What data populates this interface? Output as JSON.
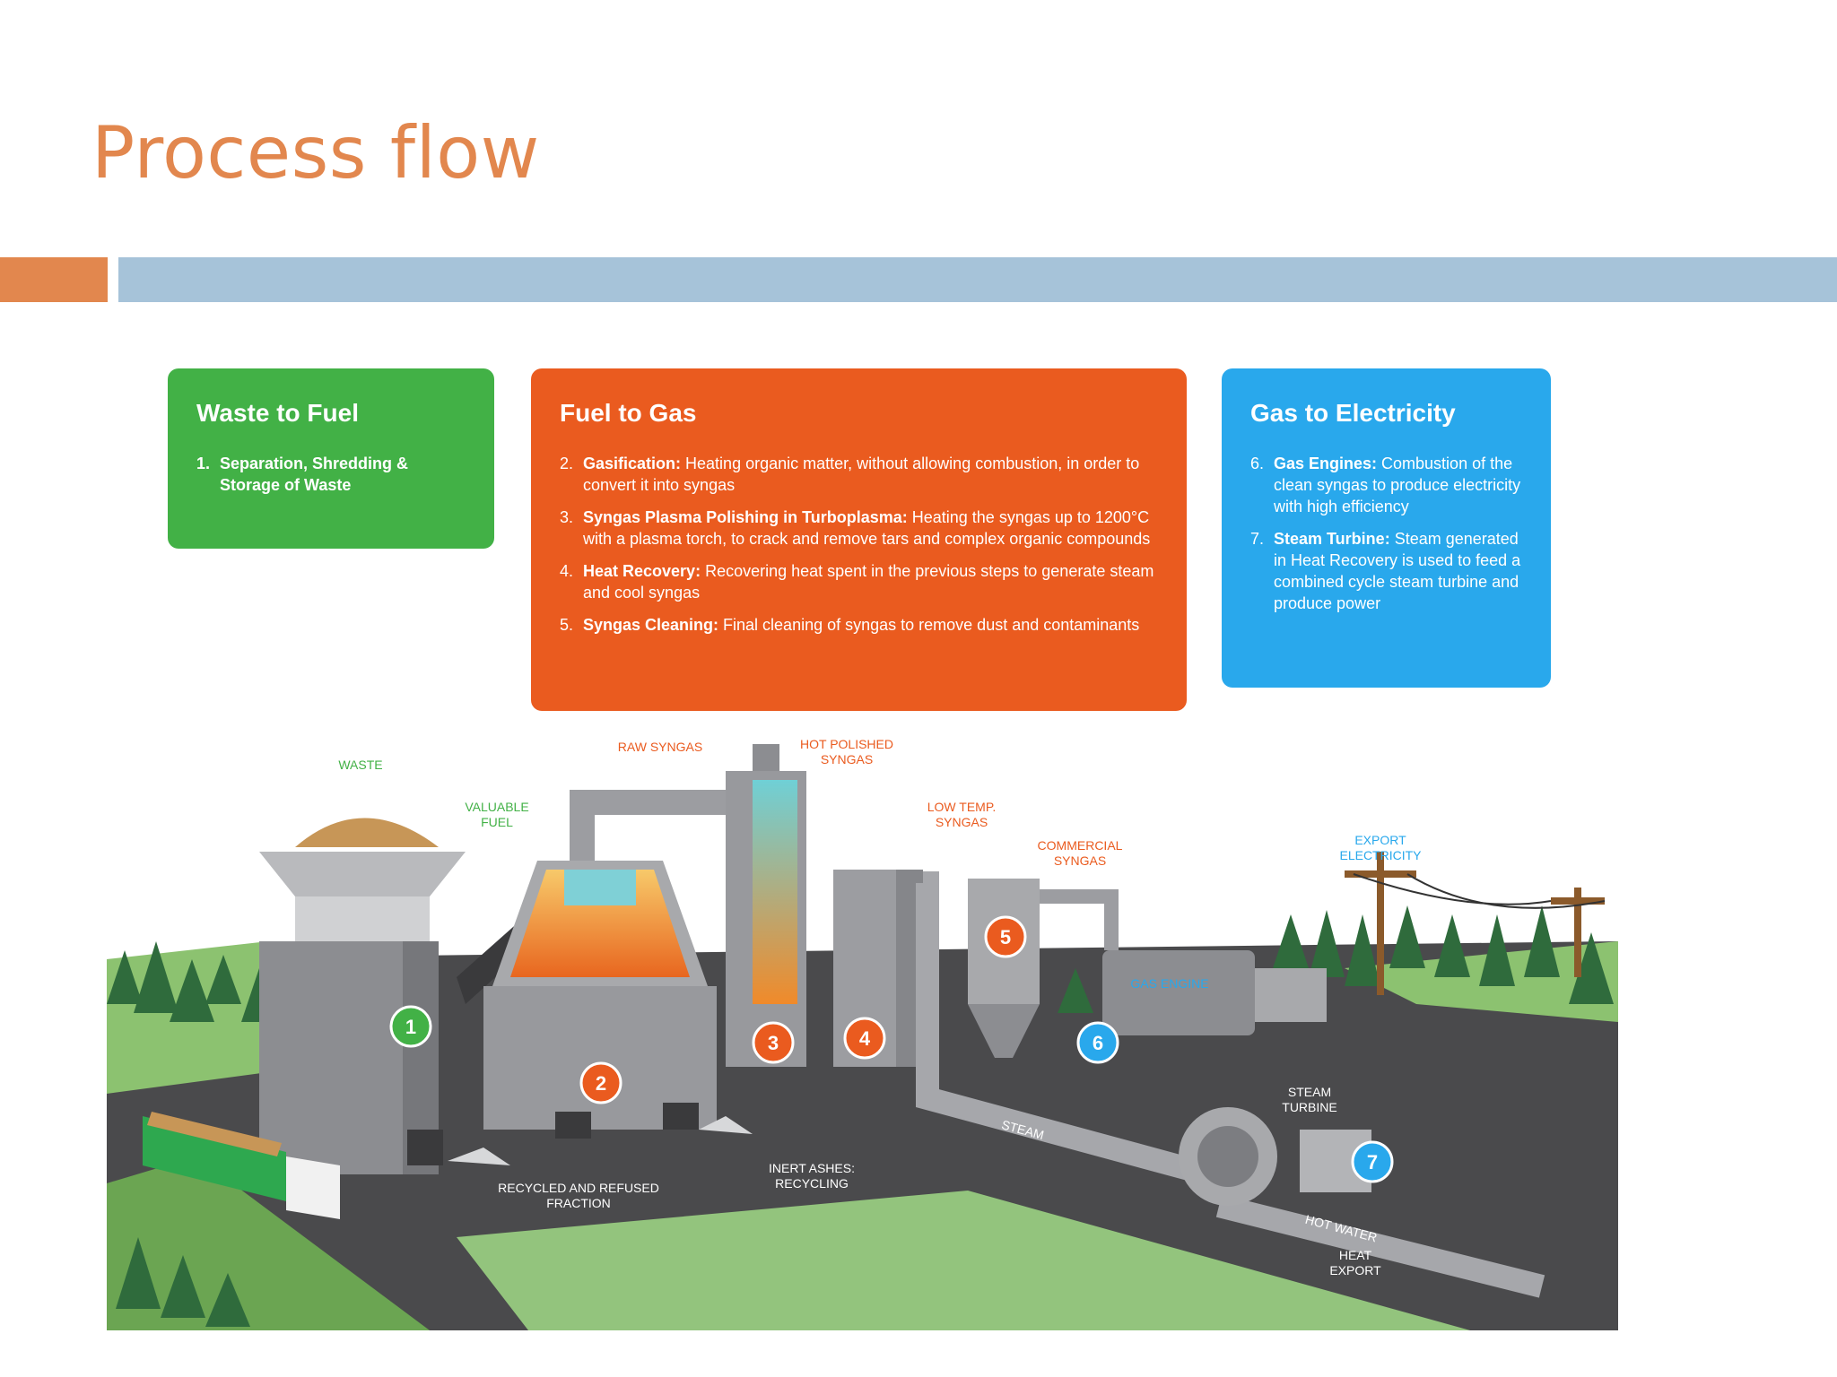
{
  "title": "Process flow",
  "colors": {
    "title": "#e2874e",
    "accent_orange": "#e2874e",
    "accent_blue": "#a6c3d9",
    "green": "#42b146",
    "orange": "#ea5b1f",
    "blue": "#29a8ec"
  },
  "panels": {
    "waste": {
      "title": "Waste to Fuel",
      "items": [
        {
          "num": "1.",
          "text": "Separation, Shredding & Storage of Waste"
        }
      ]
    },
    "fuel": {
      "title": "Fuel to Gas",
      "items": [
        {
          "num": "2.",
          "bold": "Gasification:",
          "text": " Heating organic matter, without allowing combustion, in order to convert it into syngas"
        },
        {
          "num": "3.",
          "bold": "Syngas Plasma Polishing in Turboplasma:",
          "text": " Heating the syngas up to 1200°C with a plasma torch, to crack and remove tars and complex organic compounds"
        },
        {
          "num": "4.",
          "bold": "Heat Recovery:",
          "text": " Recovering heat spent in the previous steps to generate steam and cool syngas"
        },
        {
          "num": "5.",
          "bold": "Syngas Cleaning:",
          "text": " Final cleaning of syngas to remove dust and contaminants"
        }
      ]
    },
    "gas": {
      "title": "Gas to Electricity",
      "items": [
        {
          "num": "6.",
          "bold": "Gas Engines:",
          "text": " Combustion of the clean syngas to produce electricity with high efficiency"
        },
        {
          "num": "7.",
          "bold": "Steam Turbine:",
          "text": " Steam generated in Heat Recovery is used to feed a combined cycle steam turbine and produce power"
        }
      ]
    }
  },
  "diagram": {
    "labels": {
      "waste": "WASTE",
      "valuable_fuel": [
        "VALUABLE",
        "FUEL"
      ],
      "raw_syngas": "RAW SYNGAS",
      "hot_polished_syngas": [
        "HOT POLISHED",
        "SYNGAS"
      ],
      "low_temp_syngas": [
        "LOW TEMP.",
        "SYNGAS"
      ],
      "commercial_syngas": [
        "COMMERCIAL",
        "SYNGAS"
      ],
      "export_electricity": [
        "EXPORT",
        "ELECTRICITY"
      ],
      "gas_engine": "GAS ENGINE",
      "steam_turbine": [
        "STEAM",
        "TURBINE"
      ],
      "steam": "STEAM",
      "hot_water": "HOT WATER",
      "heat_export": [
        "HEAT",
        "EXPORT"
      ],
      "recycled_fraction": [
        "RECYCLED AND REFUSED",
        "FRACTION"
      ],
      "inert_ashes": [
        "INERT ASHES:",
        "RECYCLING"
      ]
    },
    "steps": [
      "1",
      "2",
      "3",
      "4",
      "5",
      "6",
      "7"
    ]
  }
}
